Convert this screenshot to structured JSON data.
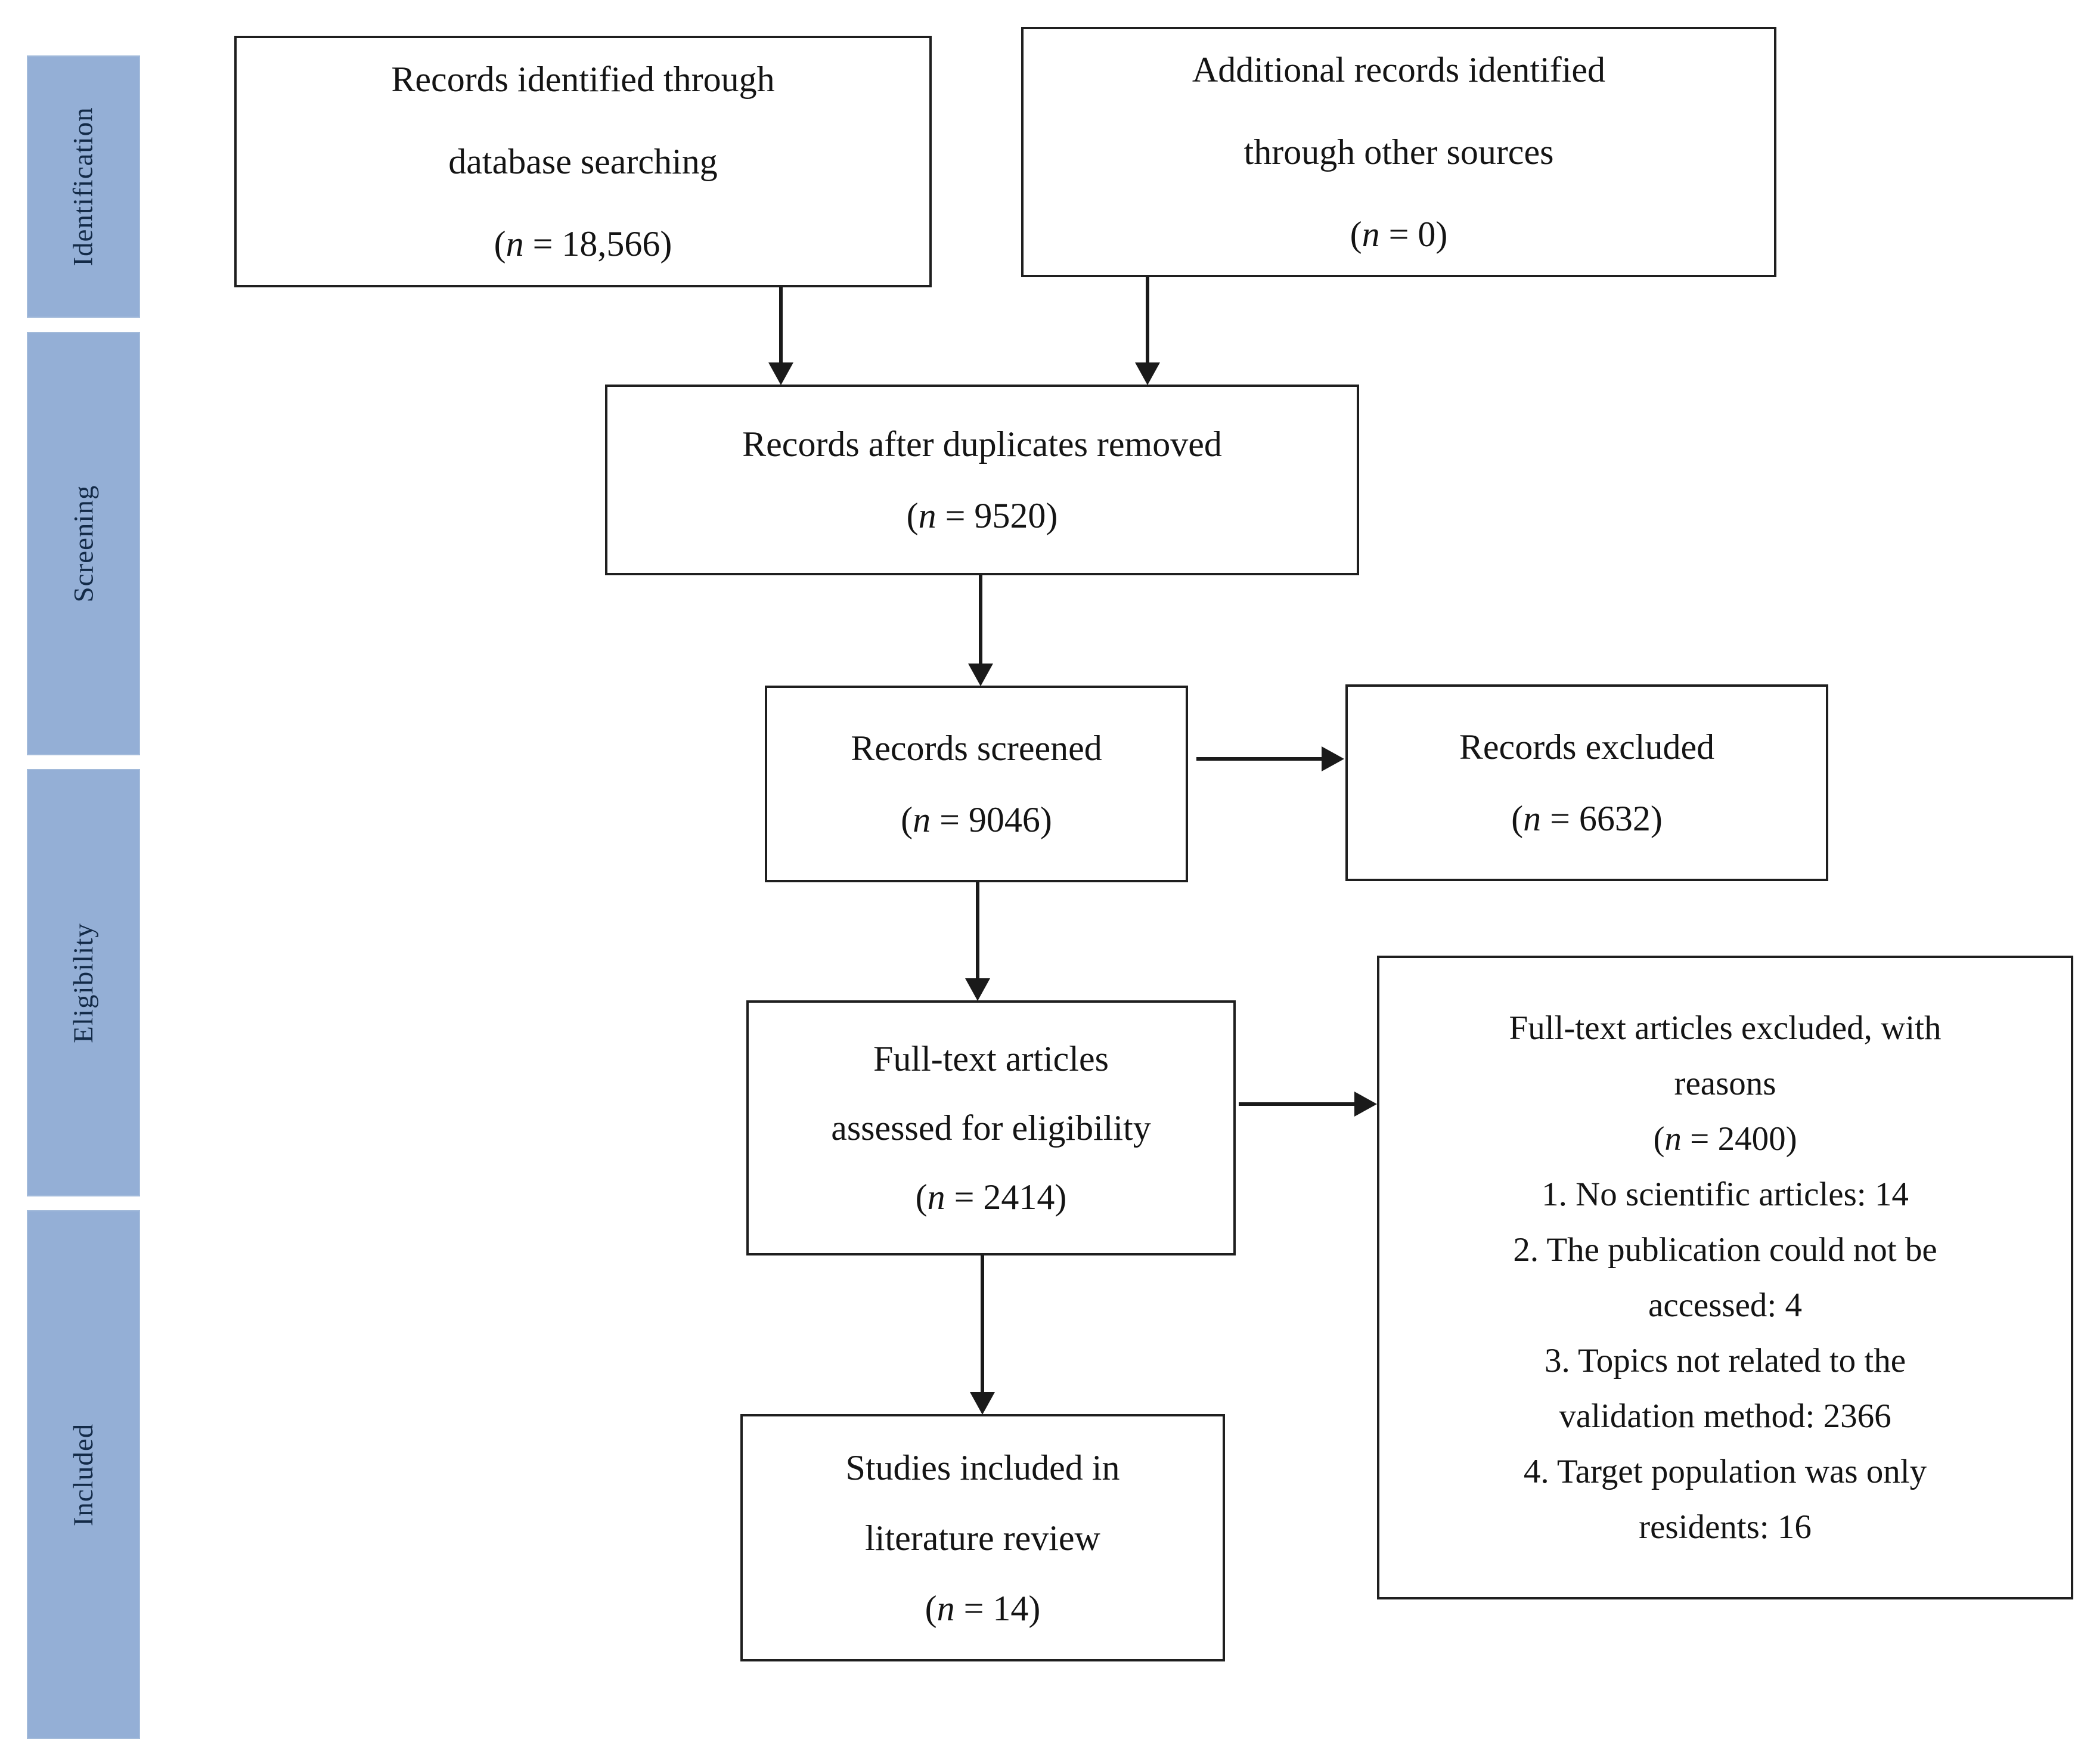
{
  "colors": {
    "stage_fill": "#94afd6",
    "stage_text": "#132a47",
    "box_fill": "#ffffff",
    "box_border": "#1f1f1f",
    "arrow": "#1a1a1a",
    "background": "#ffffff"
  },
  "stages": {
    "identification": "Identification",
    "screening": "Screening",
    "eligibility": "Eligibility",
    "included": "Included"
  },
  "boxes": {
    "records_identified": {
      "lines": [
        "Records identified through",
        "database searching"
      ],
      "count": {
        "open": "(",
        "var": "n",
        "rest": " = 18,566)"
      }
    },
    "additional_records": {
      "lines": [
        "Additional records identified",
        "through other sources"
      ],
      "count": {
        "open": "(",
        "var": "n",
        "rest": " = 0)"
      }
    },
    "duplicates_removed": {
      "lines": [
        "Records after duplicates removed"
      ],
      "count": {
        "open": "(",
        "var": "n",
        "rest": " = 9520)"
      }
    },
    "records_screened": {
      "lines": [
        "Records screened"
      ],
      "count": {
        "open": "(",
        "var": "n",
        "rest": " = 9046)"
      }
    },
    "records_excluded": {
      "lines": [
        "Records excluded"
      ],
      "count": {
        "open": "(",
        "var": "n",
        "rest": " = 6632)"
      }
    },
    "fulltext_assessed": {
      "lines": [
        "Full-text articles",
        "assessed for eligibility"
      ],
      "count": {
        "open": "(",
        "var": "n",
        "rest": " = 2414)"
      }
    },
    "fulltext_excluded": {
      "lines": [
        "Full-text articles excluded, with",
        "reasons"
      ],
      "count": {
        "open": "(",
        "var": "n",
        "rest": " = 2400)"
      },
      "reasons": [
        "1. No scientific articles: 14",
        "2. The publication could not be",
        "accessed: 4",
        "3. Topics not related to the",
        "validation method: 2366",
        "4. Target population was only",
        "residents: 16"
      ]
    },
    "studies_included": {
      "lines": [
        "Studies included in",
        "literature review"
      ],
      "count": {
        "open": "(",
        "var": "n",
        "rest": " = 14)"
      }
    }
  }
}
